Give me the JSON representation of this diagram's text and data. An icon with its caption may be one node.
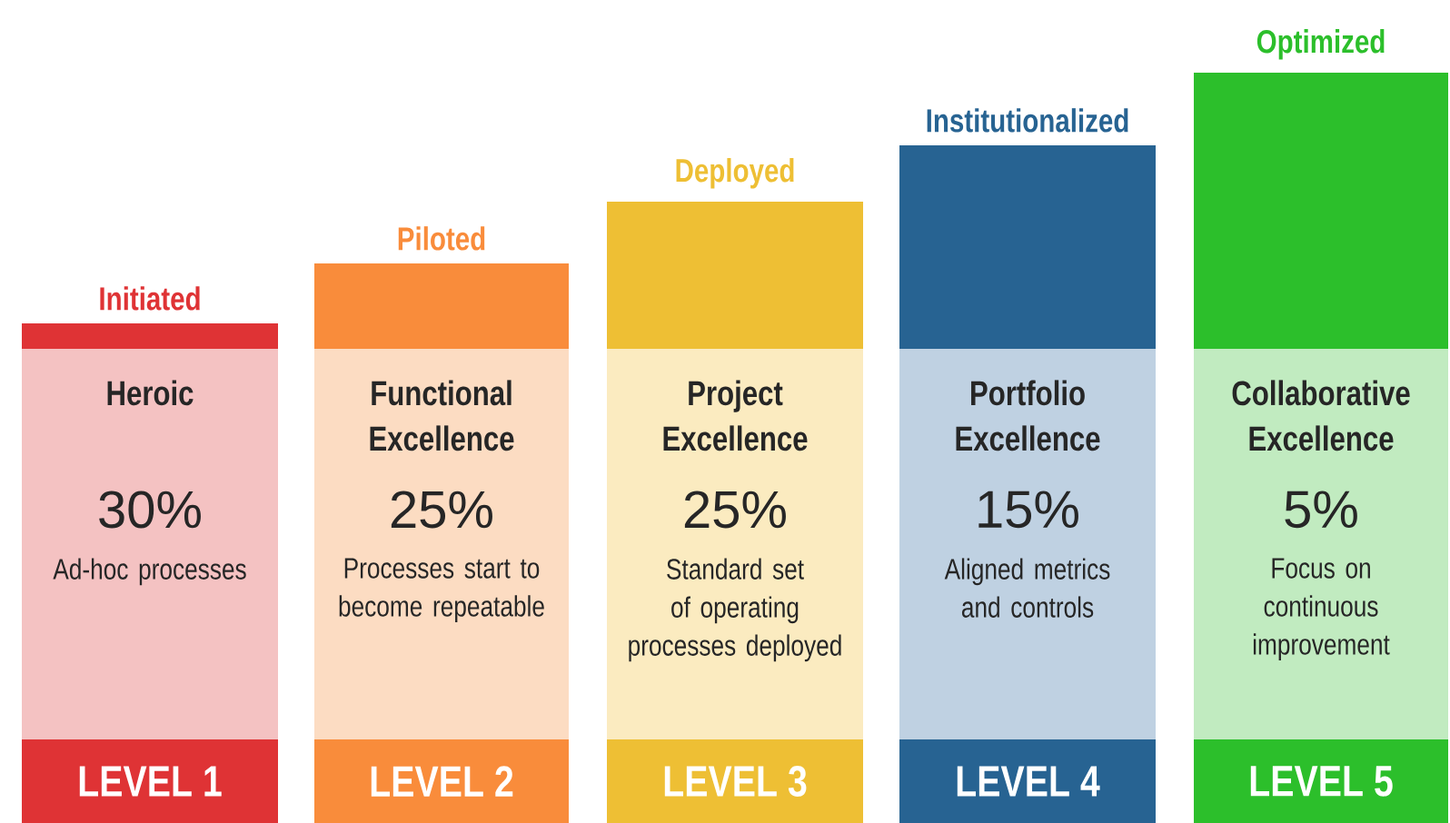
{
  "diagram": {
    "nodes": [
      {
        "text": [
          "Initiated",
          "Heroic",
          "30%",
          "Ad-hoc processes",
          "LEVEL 1"
        ]
      },
      {
        "text": [
          "Piloted",
          "Functional Excellence",
          "25%",
          "Processes start to become repeatable",
          "LEVEL 2"
        ]
      },
      {
        "text": [
          "Deployed",
          "Project Excellence",
          "25%",
          "Standard set of operating processes deployed",
          "LEVEL 3"
        ]
      },
      {
        "text": [
          "Institutionalized",
          "Portfolio Excellence",
          "15%",
          "Aligned metrics and controls",
          "LEVEL 4"
        ]
      },
      {
        "text": [
          "Optimized",
          "Collaborative Excellence",
          "5%",
          "Focus on continuous improvement",
          "LEVEL 5"
        ]
      }
    ]
  }
}
